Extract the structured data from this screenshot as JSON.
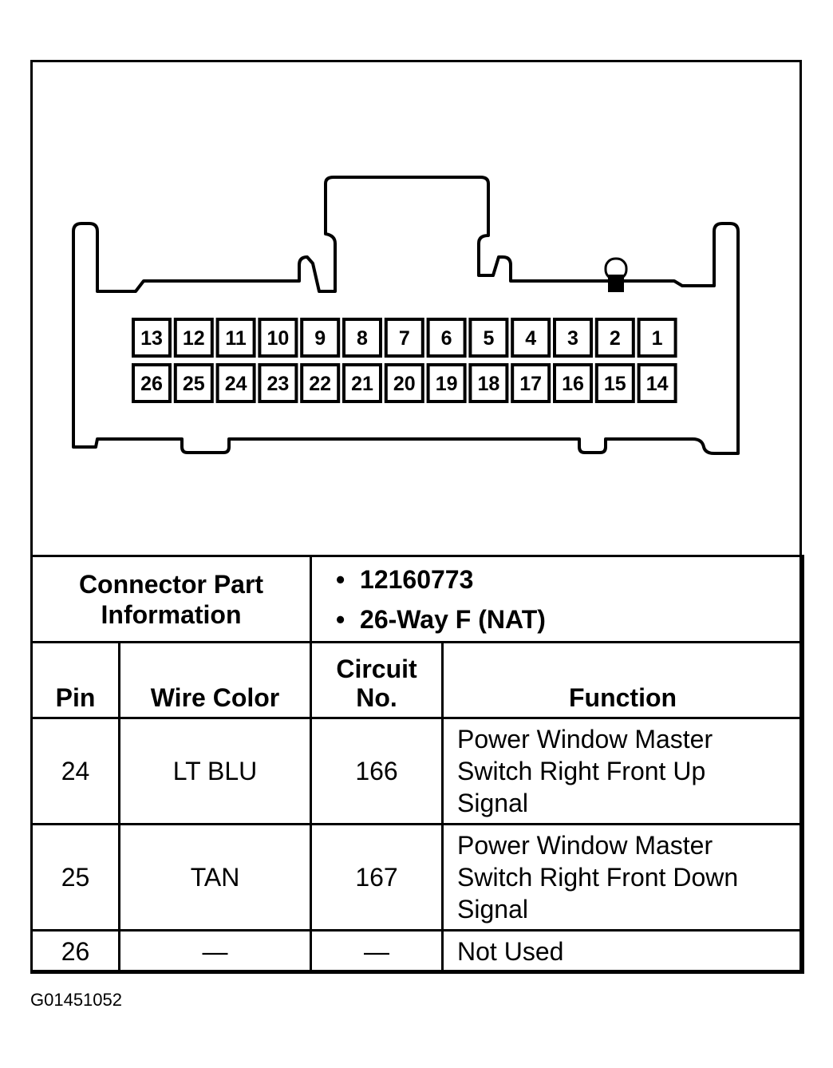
{
  "connector": {
    "top_row_pins": [
      "13",
      "12",
      "11",
      "10",
      "9",
      "8",
      "7",
      "6",
      "5",
      "4",
      "3",
      "2",
      "1"
    ],
    "bottom_row_pins": [
      "26",
      "25",
      "24",
      "23",
      "22",
      "21",
      "20",
      "19",
      "18",
      "17",
      "16",
      "15",
      "14"
    ]
  },
  "part_info": {
    "label_line1": "Connector Part",
    "label_line2": "Information",
    "items": [
      "12160773",
      "26-Way F (NAT)"
    ]
  },
  "table": {
    "headers": {
      "pin": "Pin",
      "wire_color": "Wire Color",
      "circuit_line1": "Circuit",
      "circuit_line2": "No.",
      "function": "Function"
    },
    "rows": [
      {
        "pin": "24",
        "wire_color": "LT BLU",
        "circuit": "166",
        "function": [
          "Power Window Master",
          "Switch Right Front Up",
          "Signal"
        ]
      },
      {
        "pin": "25",
        "wire_color": "TAN",
        "circuit": "167",
        "function": [
          "Power Window Master",
          "Switch Right Front Down",
          "Signal"
        ]
      },
      {
        "pin": "26",
        "wire_color": "—",
        "circuit": "—",
        "function": [
          "Not Used"
        ]
      }
    ]
  },
  "figure_id": "G01451052"
}
